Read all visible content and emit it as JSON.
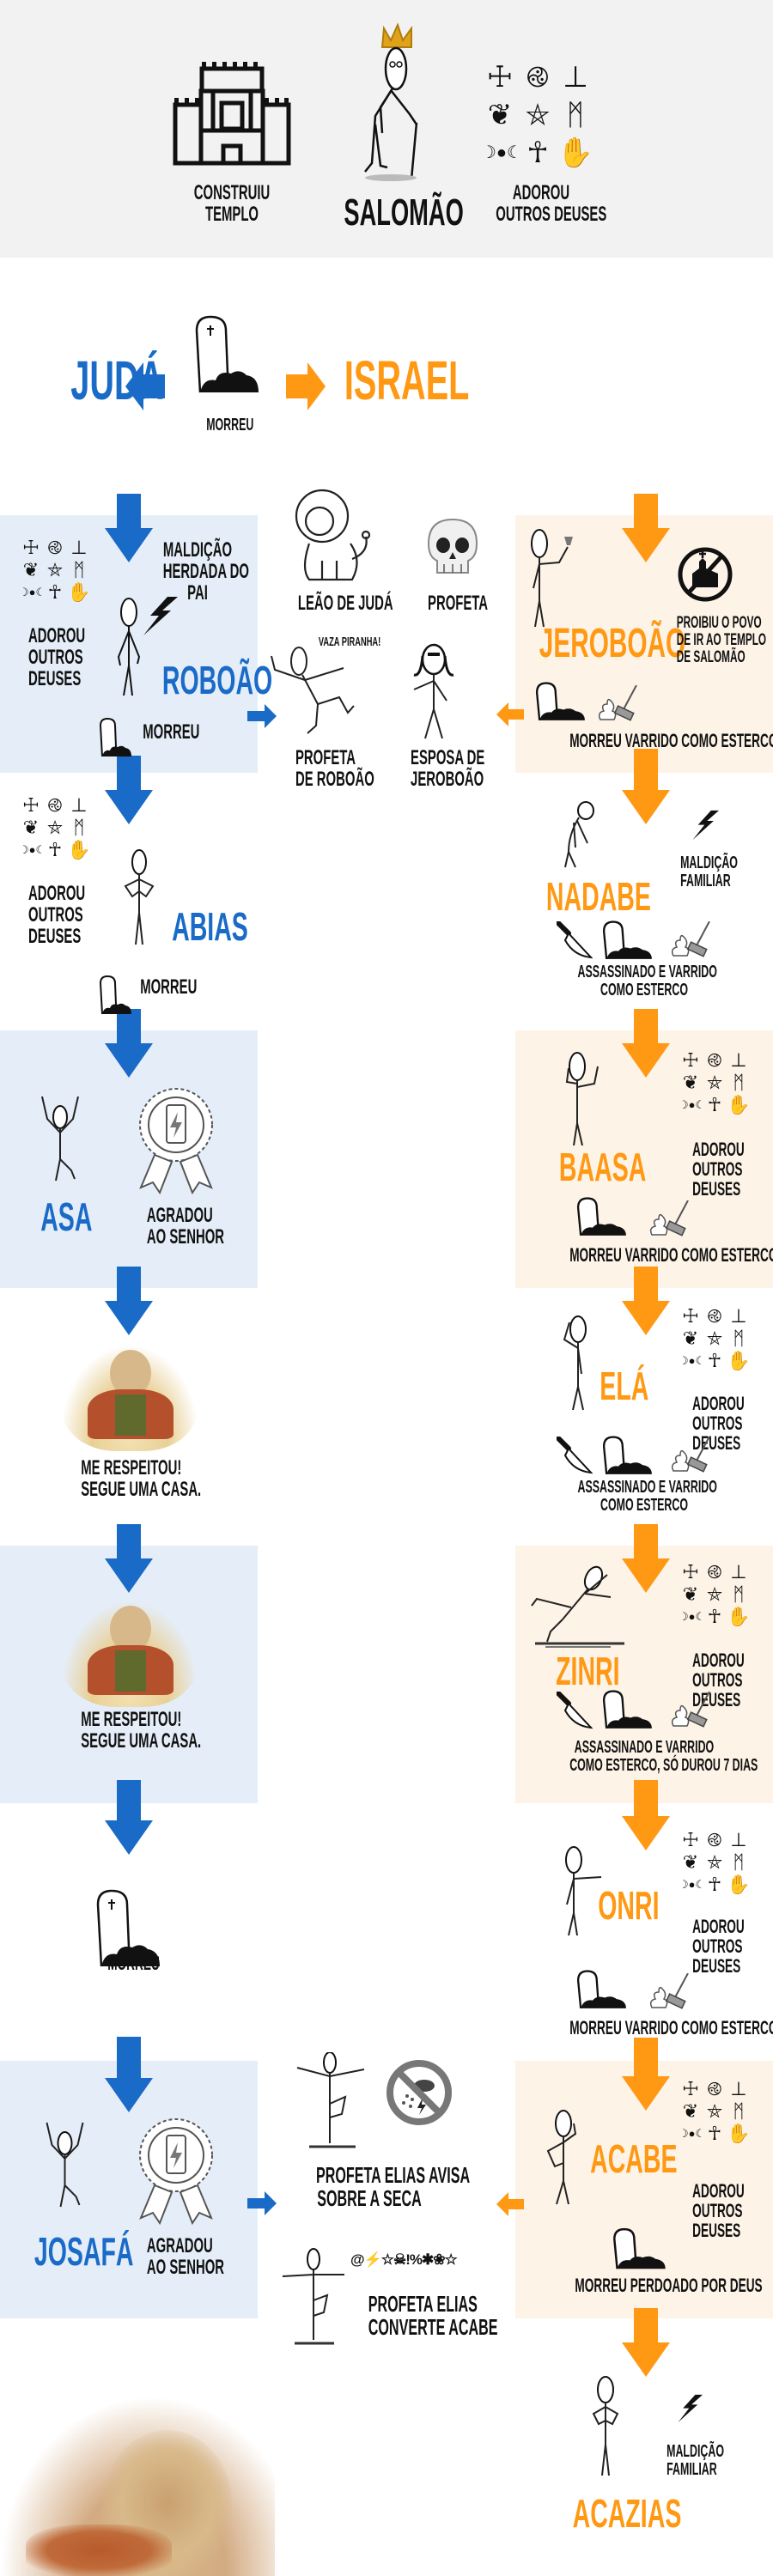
{
  "header": {
    "temple_label": [
      "Construiu",
      "Templo"
    ],
    "king_name": "Salomão",
    "gods_label": [
      "Adorou",
      "outros deuses"
    ]
  },
  "split": {
    "left_kingdom": "Judá",
    "right_kingdom": "Israel",
    "death_label": "Morreu"
  },
  "colors": {
    "juda_blue": "#1a6bc7",
    "israel_orange": "#ff9813",
    "juda_box": "#e5eef8",
    "israel_box": "#fdf3e7",
    "header_bg": "#f2f2f2"
  },
  "symbols": [
    "☩",
    "࿋",
    "⊥",
    "❦",
    "⛤",
    "ᛗ",
    "☽●☾",
    "☥",
    "✋"
  ],
  "juda": {
    "roboao": {
      "name": "Roboão",
      "gods_label": [
        "Adorou",
        "outros",
        "deuses"
      ],
      "curse_label": [
        "Maldição",
        "herdada do",
        "pai"
      ],
      "death_label": "Morreu"
    },
    "abias": {
      "name": "Abias",
      "gods_label": [
        "Adorou",
        "outros",
        "deuses"
      ],
      "death_label": "Morreu"
    },
    "asa": {
      "name": "Asa",
      "badge_label": [
        "Agradou",
        "ao Senhor"
      ]
    },
    "god1": {
      "caption": [
        "Me respeitou!",
        "Segue uma casa."
      ]
    },
    "god2": {
      "caption": [
        "Me respeitou!",
        "Segue uma casa."
      ]
    },
    "death": {
      "label": "Morreu"
    },
    "josafa": {
      "name": "Josafá",
      "badge_label": [
        "Agradou",
        "ao Senhor"
      ]
    }
  },
  "middle": {
    "lion_label": "Leão de Judá",
    "skull_label": "Profeta",
    "prophet_speech": "Vaza piranha!",
    "prophet_label": [
      "Profeta",
      "de Roboão"
    ],
    "wife_label": [
      "Esposa de",
      "Jeroboão"
    ],
    "elias_drought_label": [
      "Profeta Elias avisa",
      "sobre a seca"
    ],
    "elias_convert_label": [
      "Profeta Elias",
      "converte Acabe"
    ],
    "curse_symbols": "@⚡☆☠!%✱❀☆"
  },
  "israel": {
    "jeroboao": {
      "name": "Jeroboão",
      "ban_label": [
        "Proibiu o povo",
        "de ir ao templo",
        "de Salomão"
      ],
      "death_label": "Morreu varrido como esterco"
    },
    "nadabe": {
      "name": "Nadabe",
      "curse_label": [
        "Maldição",
        "familiar"
      ],
      "death_label": [
        "Assassinado e varrido",
        "como esterco"
      ]
    },
    "baasa": {
      "name": "Baasa",
      "gods_label": [
        "Adorou",
        "outros",
        "deuses"
      ],
      "death_label": "Morreu varrido como esterco"
    },
    "ela": {
      "name": "Elá",
      "gods_label": [
        "Adorou",
        "outros",
        "deuses"
      ],
      "death_label": [
        "Assassinado e varrido",
        "como esterco"
      ]
    },
    "zinri": {
      "name": "Zinri",
      "gods_label": [
        "Adorou",
        "outros",
        "deuses"
      ],
      "death_label": [
        "Assassinado e varrido",
        "como esterco, só durou 7 dias"
      ]
    },
    "onri": {
      "name": "Onri",
      "gods_label": [
        "Adorou",
        "outros",
        "deuses"
      ],
      "death_label": "Morreu varrido como esterco"
    },
    "acabe": {
      "name": "Acabe",
      "gods_label": [
        "Adorou",
        "outros",
        "deuses"
      ],
      "death_label": "Morreu perdoado por Deus"
    },
    "acazias": {
      "name": "Acazias",
      "curse_label": [
        "Maldição",
        "familiar"
      ]
    }
  }
}
